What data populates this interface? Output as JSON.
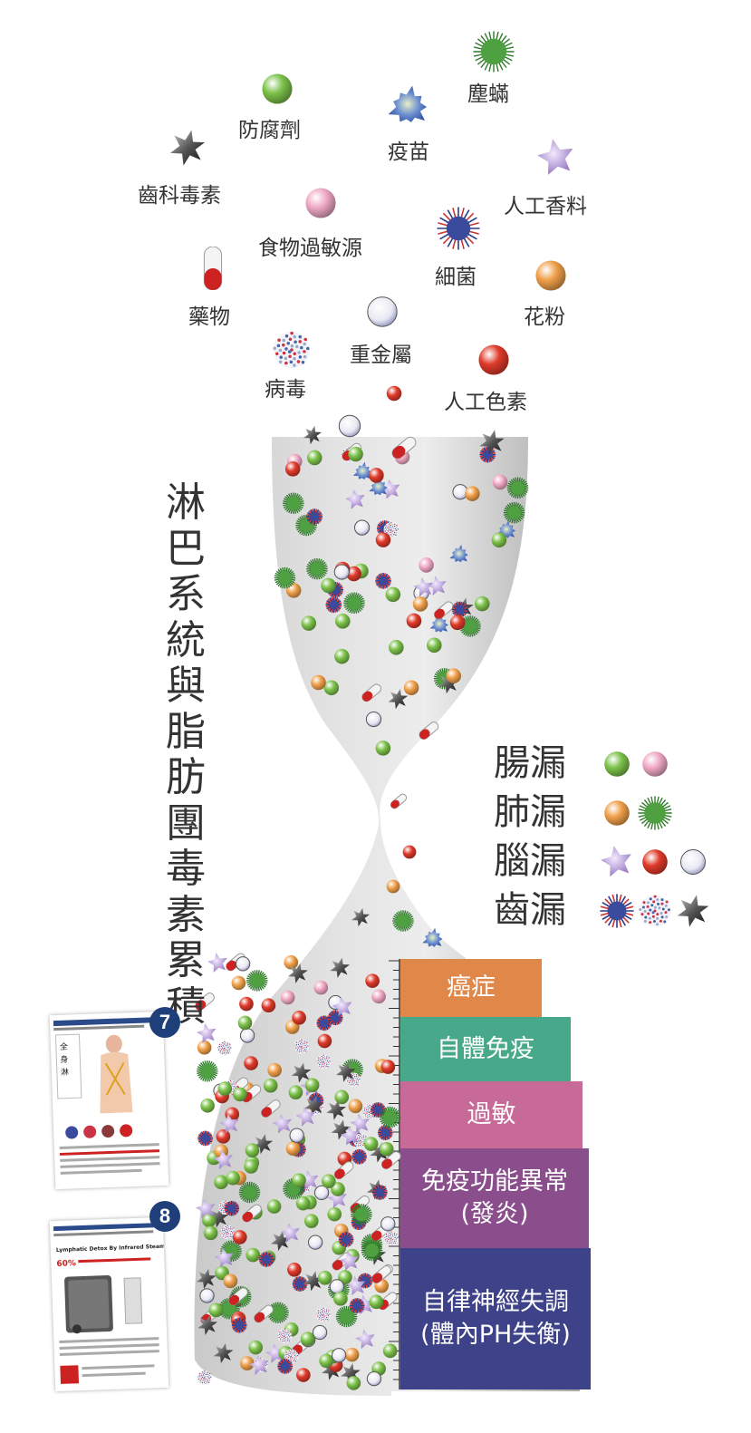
{
  "toxins": [
    {
      "id": "dust_mites",
      "label": "塵蟎",
      "icon": "dust-mite-icon",
      "color": "#3f8f3a"
    },
    {
      "id": "preservatives",
      "label": "防腐劑",
      "icon": "green-ball-icon",
      "color": "#7cc24a"
    },
    {
      "id": "vaccines",
      "label": "疫苗",
      "icon": "blue-splat-icon",
      "color": "#3a63b8"
    },
    {
      "id": "dental_toxins",
      "label": "齒科毒素",
      "icon": "gray-star-icon",
      "color": "#555555"
    },
    {
      "id": "artificial_flavors",
      "label": "人工香料",
      "icon": "purple-star-icon",
      "color": "#9a7cc0"
    },
    {
      "id": "food_allergens",
      "label": "食物過敏源",
      "icon": "pink-ball-icon",
      "color": "#f0a9c4"
    },
    {
      "id": "bacteria",
      "label": "細菌",
      "icon": "spiky-ball-icon",
      "color": "#3a4a9c"
    },
    {
      "id": "pollen",
      "label": "花粉",
      "icon": "orange-ball-icon",
      "color": "#f0a04a"
    },
    {
      "id": "drugs",
      "label": "藥物",
      "icon": "capsule-icon",
      "color": "#cc2222"
    },
    {
      "id": "heavy_metals",
      "label": "重金屬",
      "icon": "pearl-ball-icon",
      "color": "#c8cbe0"
    },
    {
      "id": "viruses",
      "label": "病毒",
      "icon": "dotted-ball-icon",
      "color": "#cc5566"
    },
    {
      "id": "artificial_colors",
      "label": "人工色素",
      "icon": "red-ball-icon",
      "color": "#e03a2a"
    }
  ],
  "vertical_title": [
    "淋",
    "巴",
    "系",
    "統",
    "與",
    "脂",
    "肪",
    "團",
    "毒",
    "素",
    "累",
    "積"
  ],
  "leaks": [
    {
      "label": "腸漏",
      "icons": [
        "green-ball-icon",
        "pink-ball-icon"
      ]
    },
    {
      "label": "肺漏",
      "icons": [
        "orange-ball-icon",
        "dust-mite-icon"
      ]
    },
    {
      "label": "腦漏",
      "icons": [
        "purple-star-icon",
        "red-ball-icon",
        "pearl-ball-icon"
      ]
    },
    {
      "label": "齒漏",
      "icons": [
        "spiky-ball-icon",
        "dotted-ball-icon",
        "gray-star-icon"
      ]
    }
  ],
  "disease_bands": [
    {
      "line1": "癌症",
      "line2": "",
      "color": "#e0874a"
    },
    {
      "line1": "自體免疫",
      "line2": "",
      "color": "#47a98a"
    },
    {
      "line1": "過敏",
      "line2": "",
      "color": "#c76a98"
    },
    {
      "line1": "免疫功能異常",
      "line2": "(發炎)",
      "color": "#8b4e8c"
    },
    {
      "line1": "自律神經失調",
      "line2": "(體內PH失衡)",
      "color": "#3d4289"
    }
  ],
  "badges": [
    "7",
    "8"
  ],
  "flyer8": {
    "line1": "Lymphatic Detox By Infrared Steam",
    "line2": "60%"
  }
}
